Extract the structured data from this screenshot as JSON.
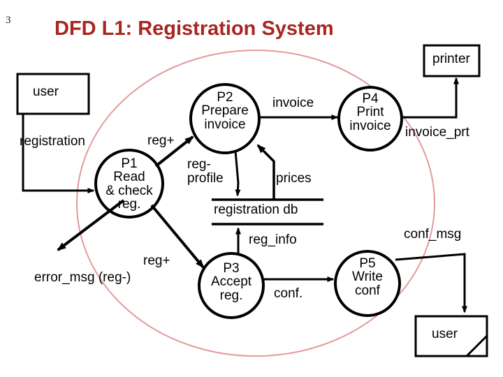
{
  "slide": {
    "number": "3",
    "title": "DFD L1: Registration System",
    "title_color": "#a82520",
    "boundary_color": "#e39a9a"
  },
  "externals": [
    {
      "id": "user-top",
      "label": "user"
    },
    {
      "id": "printer",
      "label": "printer"
    },
    {
      "id": "user-bottom",
      "label": "user"
    }
  ],
  "processes": [
    {
      "id": "p1",
      "number": "P1",
      "line1": "Read",
      "line2": "& check",
      "line3": "reg."
    },
    {
      "id": "p2",
      "number": "P2",
      "line1": "Prepare",
      "line2": "invoice",
      "line3": ""
    },
    {
      "id": "p3",
      "number": "P3",
      "line1": "Accept",
      "line2": "reg.",
      "line3": ""
    },
    {
      "id": "p4",
      "number": "P4",
      "line1": "Print",
      "line2": "invoice",
      "line3": ""
    },
    {
      "id": "p5",
      "number": "P5",
      "line1": "Write",
      "line2": "conf",
      "line3": ""
    }
  ],
  "datastores": [
    {
      "id": "registration-db",
      "label": "registration db"
    }
  ],
  "flows": [
    {
      "id": "registration",
      "label": "registration",
      "from": "user-top",
      "to": "p1"
    },
    {
      "id": "reg-plus-p2",
      "label": "reg+",
      "from": "p1",
      "to": "p2"
    },
    {
      "id": "reg-plus-p3",
      "label": "reg+",
      "from": "p1",
      "to": "p3"
    },
    {
      "id": "error-msg",
      "label": "error_msg (reg-)",
      "from": "p1",
      "to": "user"
    },
    {
      "id": "reg-profile",
      "label_line1": "reg-",
      "label_line2": "profile",
      "from": "p2",
      "to": "registration-db"
    },
    {
      "id": "prices",
      "label": "prices",
      "from": "registration-db",
      "to": "p2"
    },
    {
      "id": "invoice",
      "label": "invoice",
      "from": "p2",
      "to": "p4"
    },
    {
      "id": "invoice-prt",
      "label": "invoice_prt",
      "from": "p4",
      "to": "printer"
    },
    {
      "id": "reg-info",
      "label": "reg_info",
      "from": "p3",
      "to": "registration-db"
    },
    {
      "id": "conf",
      "label": "conf.",
      "from": "p3",
      "to": "p5"
    },
    {
      "id": "conf-msg",
      "label": "conf_msg",
      "from": "p5",
      "to": "user-bottom"
    }
  ]
}
